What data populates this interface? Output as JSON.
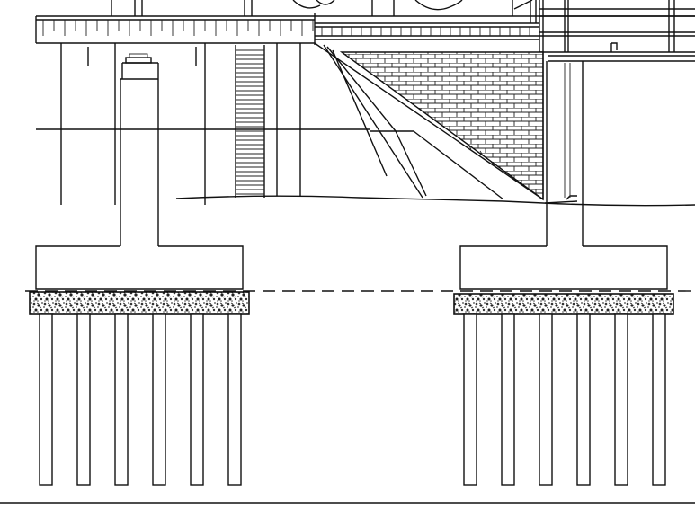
{
  "drawing": {
    "kind": "bridge-abutment-pile-foundation-section",
    "colors": {
      "line": "#111111",
      "background": "#ffffff",
      "gravel_fill": "#4a4a4a"
    },
    "piers": [
      {
        "id": "left-pier",
        "pile_count": 6
      },
      {
        "id": "right-pier",
        "pile_count": 6
      }
    ],
    "features": [
      "deck-girder",
      "railing",
      "pipes",
      "stair",
      "brick-retaining-wall",
      "sloped-embankment",
      "gravel-bedding-layer",
      "dashed-datum-line",
      "ground-line"
    ]
  }
}
